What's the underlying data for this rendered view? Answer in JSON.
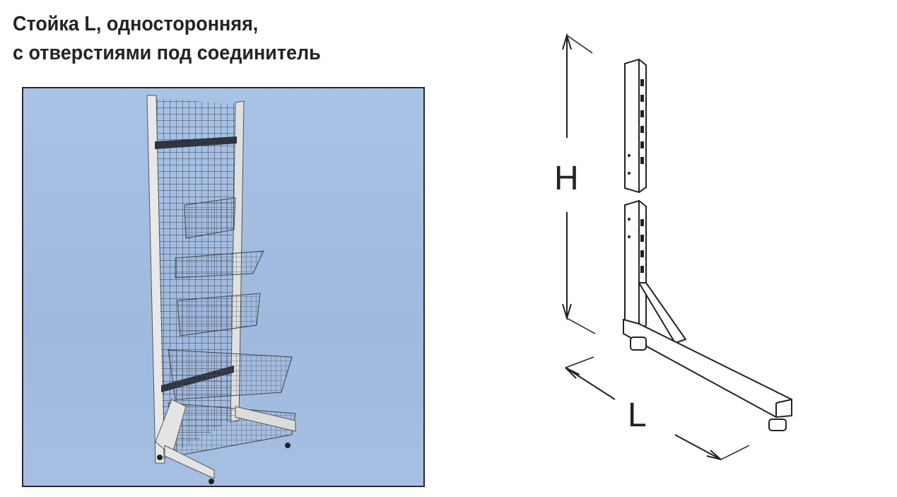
{
  "title": {
    "line1": "Стойка L, односторонняя,",
    "line2": "с отверстиями под соединитель"
  },
  "drawing": {
    "height_label": "H",
    "length_label": "L"
  }
}
